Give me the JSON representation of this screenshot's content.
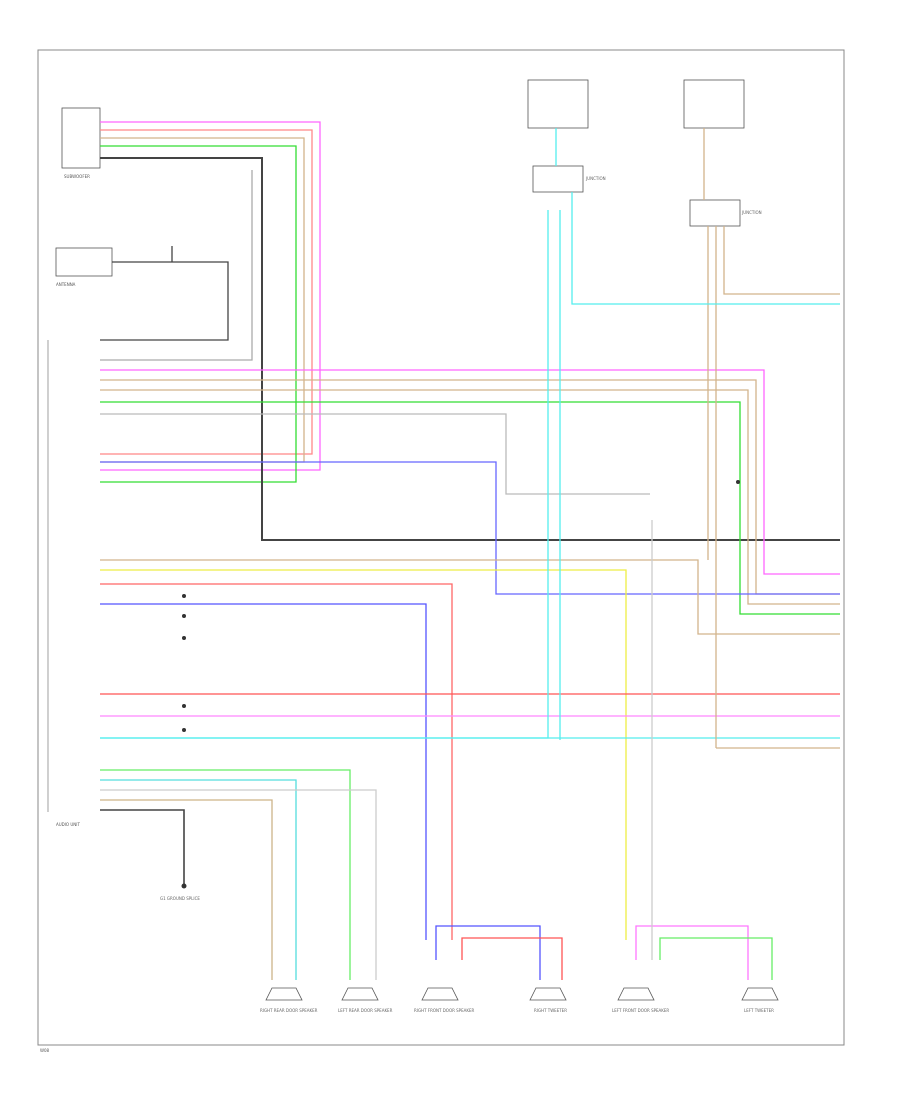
{
  "diagram": {
    "components": {
      "subwoofer": "SUBWOOFER",
      "antenna": "ANTENNA",
      "audio_unit": "AUDIO UNIT",
      "speakers": [
        "RIGHT REAR DOOR SPEAKER",
        "LEFT REAR DOOR SPEAKER",
        "RIGHT FRONT DOOR SPEAKER",
        "RIGHT TWEETER",
        "LEFT FRONT DOOR SPEAKER",
        "LEFT TWEETER"
      ],
      "ground": "G1 GROUND SPLICE",
      "junction_1": "JUNCTION",
      "junction_2": "JUNCTION"
    },
    "footer_code": "W08"
  }
}
